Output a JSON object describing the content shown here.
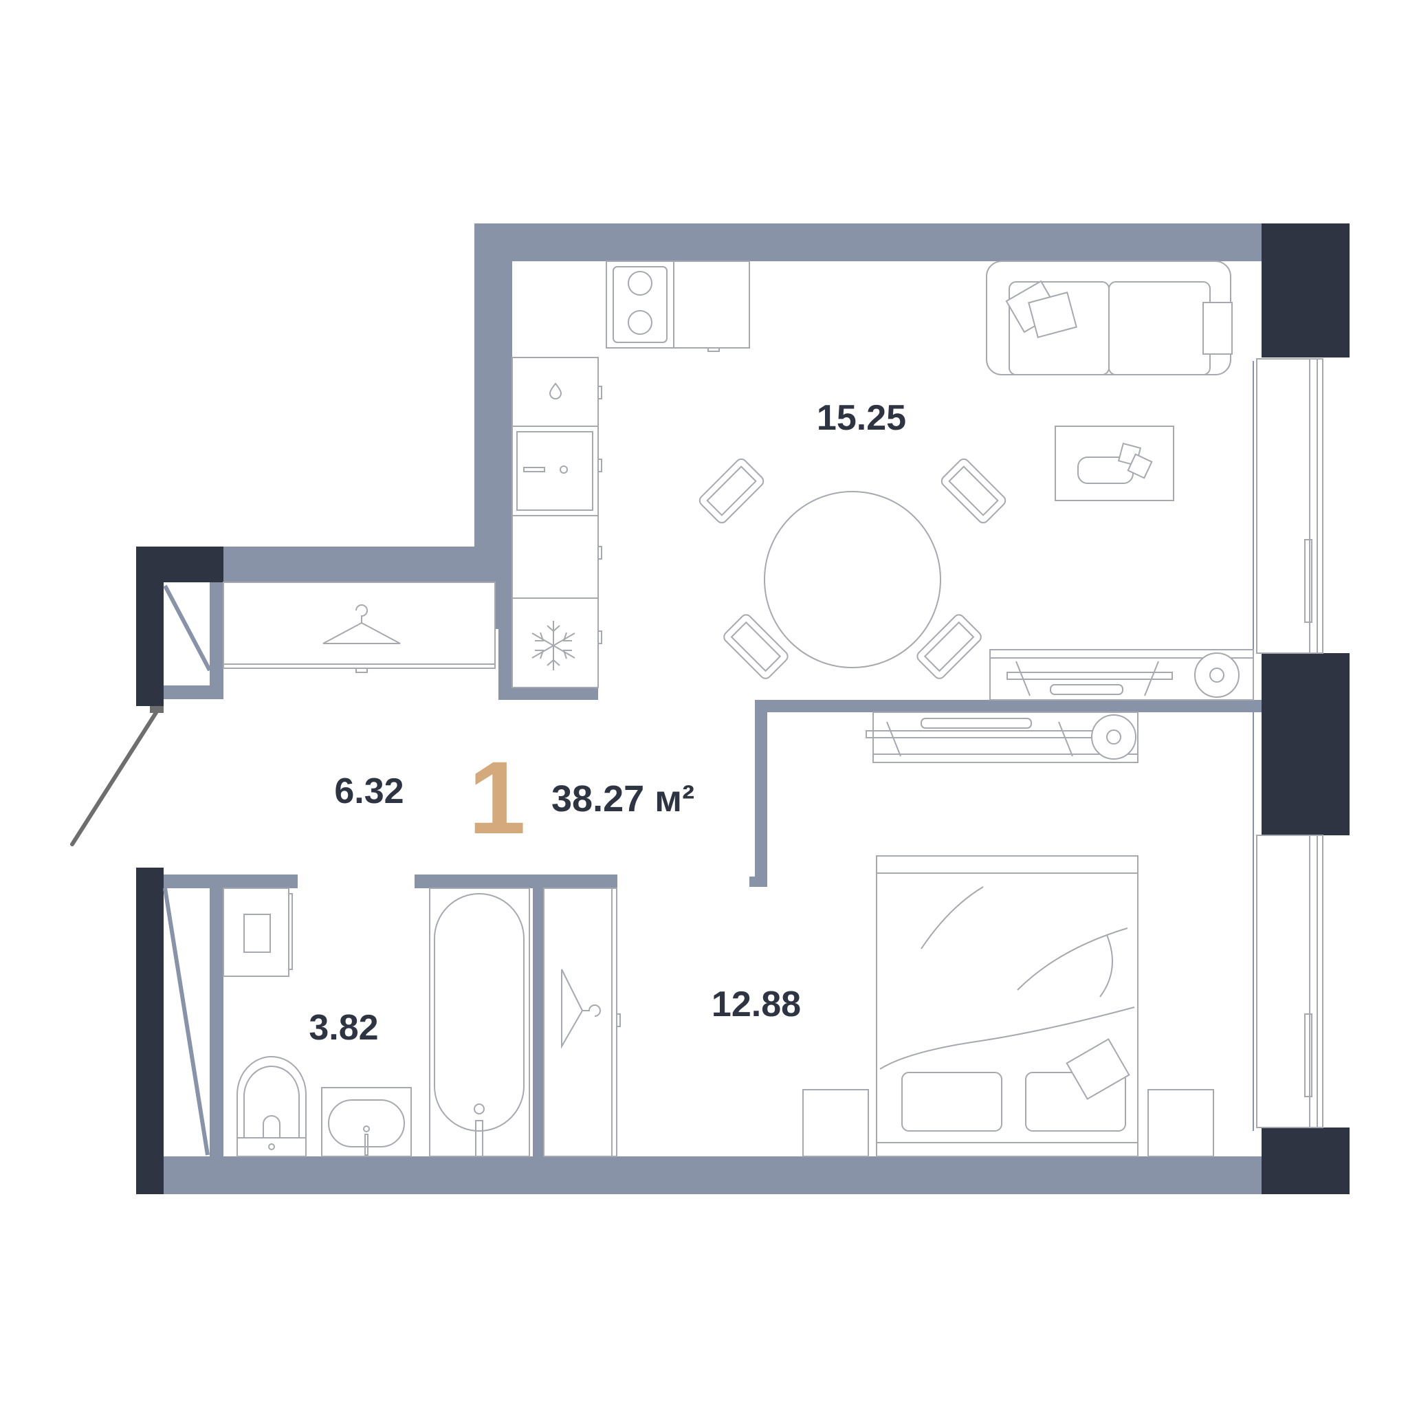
{
  "plan": {
    "rooms_count": "1",
    "total_area": "38.27 м²",
    "rooms": [
      {
        "id": "kitchen-living",
        "area": "15.25"
      },
      {
        "id": "hallway",
        "area": "6.32"
      },
      {
        "id": "bathroom",
        "area": "3.82"
      },
      {
        "id": "bedroom",
        "area": "12.88"
      }
    ]
  },
  "colors": {
    "wall": "#8893a8",
    "column": "#2f3442",
    "accent": "#d4aa7d",
    "furniture_stroke": "#a6a9b0",
    "text": "#2f3442"
  }
}
